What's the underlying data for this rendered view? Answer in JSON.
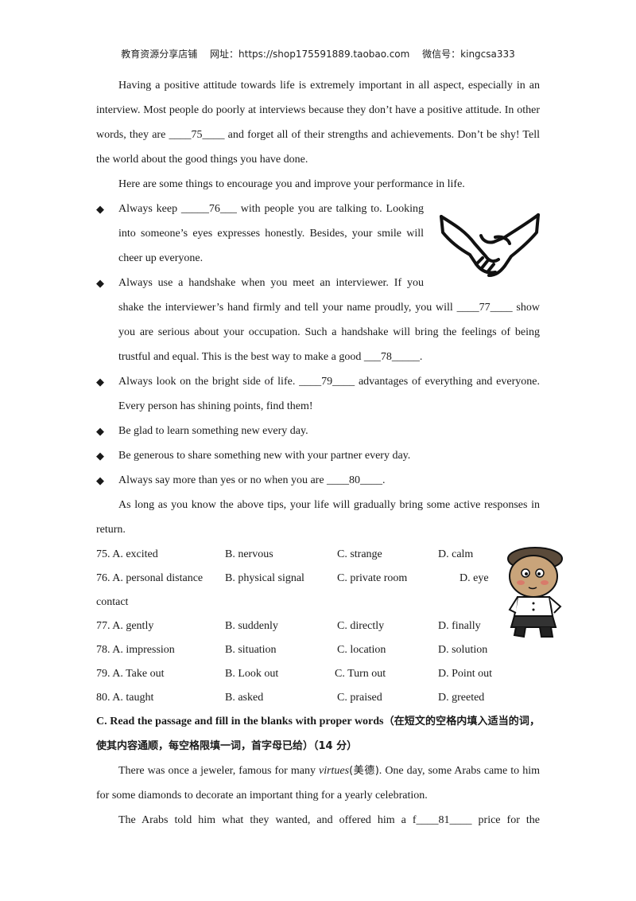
{
  "header": {
    "shop": "教育资源分享店铺",
    "url_label": "网址：https://shop175591889.taobao.com",
    "wechat": "微信号：kingcsa333"
  },
  "passage": {
    "p1": "Having a positive attitude towards life is extremely important in all aspect, especially in an interview. Most people do poorly at interviews because they don’t have a positive attitude. In other words, they are ____75____ and forget all of their strengths and achievements. Don’t be shy! Tell the world about the good things you have done.",
    "p2": "Here are some things to encourage you and improve your performance in life.",
    "b1_a": "Always keep _____76___ with people you are talking to. Looking into someone’s eyes expresses honestly. Besides, your smile will cheer up everyone.",
    "b2_a": "Always use a handshake when you meet an interviewer. If you",
    "b2_b": "shake the interviewer’s hand firmly and tell your name proudly, you will ____77____ show you are serious about your occupation.  Such a handshake will bring the feelings of being trustful and equal. This is the best way to make a good ___78_____.",
    "b3": "Always look on the bright side of life. ____79____ advantages of everything and everyone. Every person has shining points, find them!",
    "b4": "Be glad to learn something new every day.",
    "b5": "Be generous to share something new with your partner every day.",
    "b6": "Always say more than yes or no when you are ____80____.",
    "p3": "As long as you know the above tips, your life will gradually bring some active responses in return.",
    "bullet_mark": "◆"
  },
  "questions": [
    {
      "a": "75. A. excited",
      "b": "B. nervous",
      "c": "C. strange",
      "d": "D. calm"
    },
    {
      "a": "76. A. personal distance",
      "b": "B. physical signal",
      "c": "C. private room",
      "d": "D.   eye"
    },
    {
      "a": "contact"
    },
    {
      "a": "77. A. gently",
      "b": "B. suddenly",
      "c": "C. directly",
      "d": "D. finally"
    },
    {
      "a": "78. A. impression",
      "b": "B. situation",
      "c": "C. location",
      "d": "D. solution"
    },
    {
      "a": "79. A. Take out",
      "b": "B. Look out",
      "c": "C. Turn out",
      "d": "D. Point out"
    },
    {
      "a": "80. A. taught",
      "b": "B. asked",
      "c": "C. praised",
      "d": "D. greeted"
    }
  ],
  "section_c": {
    "title_en": "C. Read the passage and fill in the blanks with proper words",
    "title_cn": "（在短文的空格内填入适当的词，使其内容通顺，每空格限填一词，首字母已给）（14 分）"
  },
  "passage_c": {
    "p1_a": "There was once a jeweler, famous for many ",
    "p1_em": "virtues",
    "p1_cn": "(美德)",
    "p1_b": ". One day, some  Arabs came to him for some diamonds to decorate an important thing for a yearly celebration.",
    "p2": "The Arabs told him what they wanted, and offered him a f____81____ price for the"
  }
}
